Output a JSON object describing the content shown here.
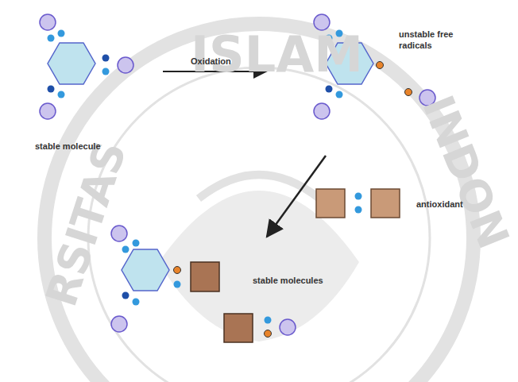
{
  "diagram": {
    "labels": [
      "ISLAM",
      "RSITAS",
      "INDON",
      "Oxidation",
      "unstable free radicals",
      "stable molecule",
      "antioxidant",
      "stable molecules"
    ]
  }
}
